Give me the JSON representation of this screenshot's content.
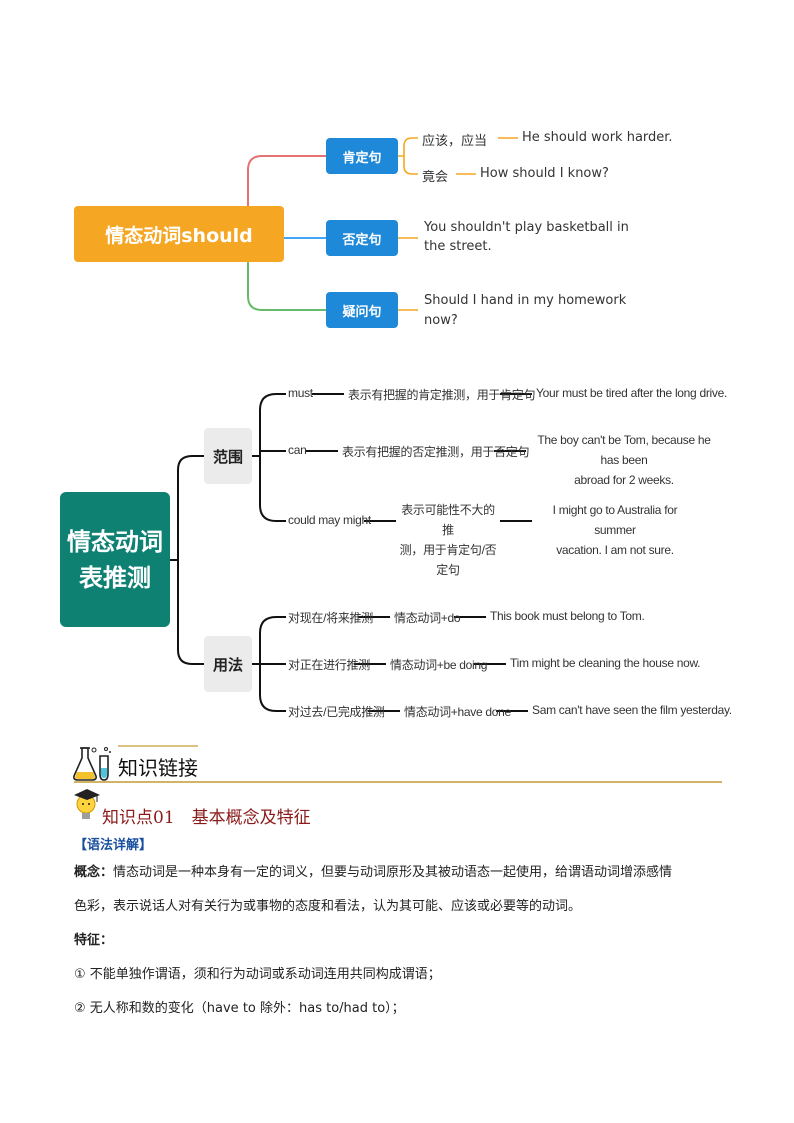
{
  "map1": {
    "root": "情态动词should",
    "branches": [
      {
        "label": "肯定句",
        "items": [
          {
            "key": "应该，应当",
            "example": "He should work harder."
          },
          {
            "key": "竟会",
            "example": "How should I know?"
          }
        ]
      },
      {
        "label": "否定句",
        "example_line1": "You shouldn't play basketball in",
        "example_line2": "the street."
      },
      {
        "label": "疑问句",
        "example_line1": "Should I hand in my homework",
        "example_line2": "now?"
      }
    ]
  },
  "map2": {
    "root_line1": "情态动词",
    "root_line2": "表推测",
    "scope": {
      "label": "范围",
      "rows": [
        {
          "word": "must",
          "meaning": "表示有把握的肯定推测，用于肯定句",
          "example": "Your must be tired after the long drive."
        },
        {
          "word": "can",
          "meaning": "表示有把握的否定推测，用于否定句",
          "example_line1": "The boy can't be Tom, because he has been",
          "example_line2": "abroad for 2 weeks."
        },
        {
          "word": "could may might",
          "meaning_line1": "表示可能性不大的推",
          "meaning_line2": "测，用于肯定句/否定句",
          "example_line1": "I might go to Australia for summer",
          "example_line2": "vacation. I am not sure."
        }
      ]
    },
    "usage": {
      "label": "用法",
      "rows": [
        {
          "case": "对现在/将来推测",
          "form": "情态动词+do",
          "example": "This book must belong to Tom."
        },
        {
          "case": "对正在进行推测",
          "form": "情态动词+be doing",
          "example": "Tim might be cleaning the house now."
        },
        {
          "case": "对过去/已完成推测",
          "form": "情态动词+have done",
          "example": "Sam can't have seen the film yesterday."
        }
      ]
    }
  },
  "section": {
    "title": "知识链接",
    "knowledge_point": "知识点01　基本概念及特征",
    "subhead": "【语法详解】",
    "concept_label": "概念：",
    "concept_text_1": "情态动词是一种本身有一定的词义，但要与动词原形及其被动语态一起使用，给谓语动词增添感情",
    "concept_text_2": "色彩，表示说话人对有关行为或事物的态度和看法，认为其可能、应该或必要等的动词。",
    "features_label": "特征：",
    "feature_1": "① 不能单独作谓语，须和行为动词或系动词连用共同构成谓语；",
    "feature_2": "② 无人称和数的变化（have to 除外：has to/had to）；"
  },
  "colors": {
    "orange": "#F5A623",
    "blue": "#1E88D9",
    "teal": "#0E8173",
    "section_rule": "#B8860B",
    "kp_text": "#8B1A1A",
    "subhead_text": "#1A4FA0"
  }
}
